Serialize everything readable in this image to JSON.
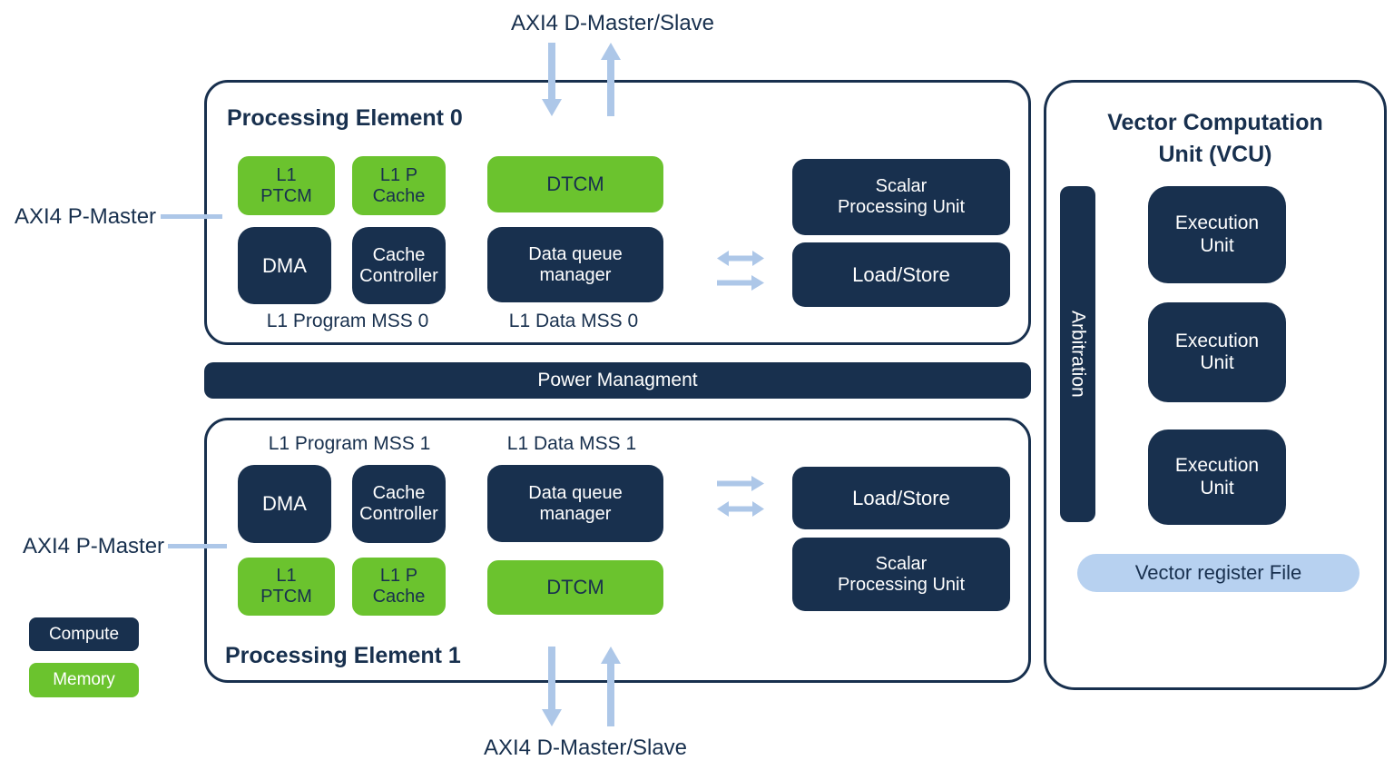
{
  "colors": {
    "navy": "#18304E",
    "green": "#6BC32E",
    "arrow_blue": "#ADC7E8",
    "pill_blue": "#B7D1F0",
    "background": "#FFFFFF"
  },
  "buses": {
    "top_d_master_slave": "AXI4 D-Master/Slave",
    "bottom_d_master_slave": "AXI4 D-Master/Slave",
    "pe0_p_master": "AXI4 P-Master",
    "pe1_p_master": "AXI4 P-Master"
  },
  "pe0": {
    "title": "Processing Element 0",
    "l1_ptcm": "L1\nPTCM",
    "l1_p_cache": "L1 P\nCache",
    "dtcm": "DTCM",
    "dma": "DMA",
    "cache_controller": "Cache\nController",
    "data_queue_manager": "Data queue\nmanager",
    "program_mss_caption": "L1 Program MSS 0",
    "data_mss_caption": "L1 Data MSS 0",
    "scalar_processing_unit": "Scalar\nProcessing Unit",
    "load_store": "Load/Store"
  },
  "power_management": {
    "label": "Power Managment"
  },
  "pe1": {
    "title": "Processing Element 1",
    "l1_ptcm": "L1\nPTCM",
    "l1_p_cache": "L1 P\nCache",
    "dtcm": "DTCM",
    "dma": "DMA",
    "cache_controller": "Cache\nController",
    "data_queue_manager": "Data queue\nmanager",
    "program_mss_caption": "L1 Program MSS 1",
    "data_mss_caption": "L1 Data MSS 1",
    "scalar_processing_unit": "Scalar\nProcessing Unit",
    "load_store": "Load/Store"
  },
  "vcu": {
    "title": "Vector Computation\nUnit (VCU)",
    "arbitration": "Arbitration",
    "execution_units": [
      "Execution\nUnit",
      "Execution\nUnit",
      "Execution\nUnit"
    ],
    "vector_register_file": "Vector register File"
  },
  "legend": {
    "compute": "Compute",
    "memory": "Memory"
  }
}
